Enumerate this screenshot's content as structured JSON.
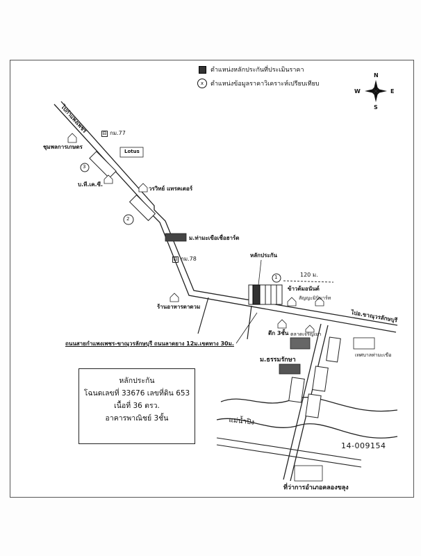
{
  "legend": {
    "collateral_label": "ตำแหน่งหลักประกันที่ประเมินราคา",
    "comparable_label": "ตำแหน่งข้อมูลราคาวิเคราะห์เปรียบเทียบ",
    "comparable_symbol": "x"
  },
  "compass": {
    "n": "N",
    "s": "S",
    "e": "E",
    "w": "W"
  },
  "labels": {
    "road_north": "ไปกำแพงเพชร",
    "km77": "กม.77",
    "community": "ชุมพลการเกษตร",
    "lotus": "Lotus",
    "bks": "บ.ที.เค.ซี.",
    "tractor": "วรวิทย์ แทรคเตอร์",
    "school_office": "ม.ท่ามะเขือเชื่อฮาร์ต",
    "km78": "กม.78",
    "collateral": "หลักประกัน",
    "distance": "120 ม.",
    "rice_shop": "ข้าวต้มอนันต์",
    "mini_mart": "สัญญะมินิมาร์ท",
    "food_shop": "ร้านอาหารดาดวม",
    "road_east": "ไปอ.ขาณุวรลักษบุรี",
    "building_3": "ตึก 3ชั้น",
    "market": "ตลาดเจริญเมา",
    "road_desc": "ถนนสายกำแพงเพชร-ขาณุวรลักษบุรี ถนนลาดยาง 12ม.เขตทาง 30ม.",
    "school": "ม.ธรรมรักษา",
    "municipality": "เทศบาลท่ามะเขือ",
    "river": "แม่น้ำปิง",
    "district_office": "ที่ว่าการอำเภอคลองขลุง"
  },
  "comparables": [
    "1",
    "2",
    "3"
  ],
  "info": {
    "title": "หลักประกัน",
    "deed": "โฉนดเลขที่ 33676 เลขที่ดิน 653",
    "area": "เนื้อที่ 36 ตรว.",
    "building": "อาคารพาณิชย์ 3ชั้น"
  },
  "doc_id": "14-009154"
}
